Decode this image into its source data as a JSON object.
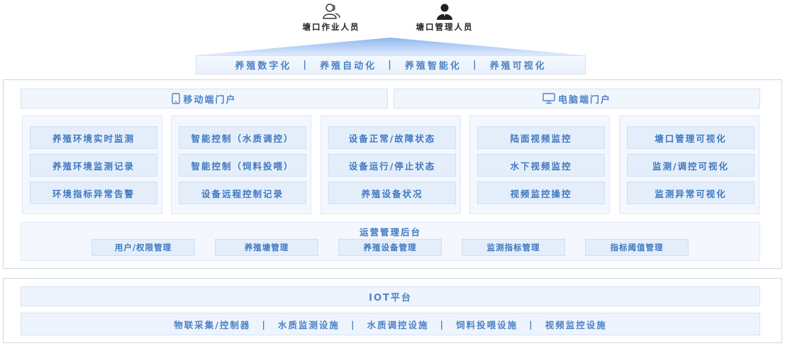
{
  "users": [
    {
      "label": "塘口作业人员",
      "icon": "users-outline-icon"
    },
    {
      "label": "塘口管理人员",
      "icon": "user-solid-icon"
    }
  ],
  "values": [
    "养殖数字化",
    "养殖自动化",
    "养殖智能化",
    "养殖可视化"
  ],
  "separator": "|",
  "portals": {
    "mobile": {
      "label": "移动端门户",
      "icon": "mobile-phone-icon"
    },
    "desktop": {
      "label": "电脑端门户",
      "icon": "monitor-icon"
    }
  },
  "columns": [
    [
      "养殖环境实时监测",
      "养殖环境监测记录",
      "环境指标异常告警"
    ],
    [
      "智能控制（水质调控）",
      "智能控制（饲料投喂）",
      "设备远程控制记录"
    ],
    [
      "设备正常/故障状态",
      "设备运行/停止状态",
      "养殖设备状况"
    ],
    [
      "陆面视频监控",
      "水下视频监控",
      "视频监控操控"
    ],
    [
      "塘口管理可视化",
      "监测/调控可视化",
      "监测异常可视化"
    ]
  ],
  "backend": {
    "title": "运营管理后台",
    "items": [
      "用户/权限管理",
      "养殖塘管理",
      "养殖设备管理",
      "监测指标管理",
      "指标阈值管理"
    ]
  },
  "iot": {
    "title": "IOT平台",
    "items": [
      "物联采集/控制器",
      "水质监测设施",
      "水质调控设施",
      "饲料投喂设施",
      "视频监控设施"
    ]
  },
  "colors": {
    "accent": "#4c82c6",
    "panel": "#f4f8fe",
    "chip": "#e4eefb"
  }
}
